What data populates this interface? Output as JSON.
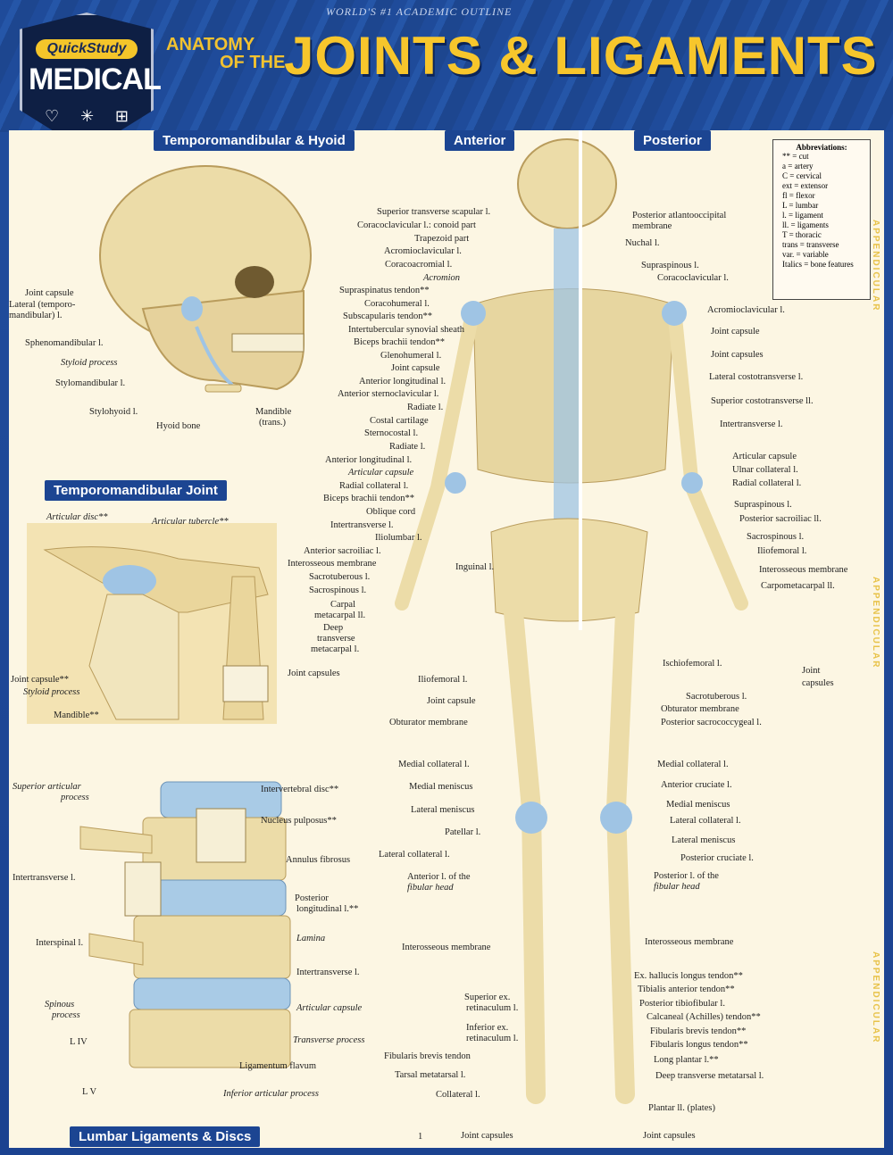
{
  "header": {
    "badge_top": "QuickStudy",
    "badge_main": "MEDICAL",
    "tagline": "WORLD'S #1 ACADEMIC OUTLINE",
    "pretitle_line1": "ANATOMY",
    "pretitle_line2": "OF THE",
    "title": "JOINTS & LIGAMENTS"
  },
  "sections": {
    "tmj_hyoid": "Temporomandibular & Hyoid",
    "anterior": "Anterior",
    "posterior": "Posterior",
    "tmj": "Temporomandibular Joint",
    "lumbar": "Lumbar Ligaments & Discs"
  },
  "abbreviations": {
    "heading": "Abbreviations:",
    "items": [
      "** = cut",
      "a = artery",
      "C = cervical",
      "ext = extensor",
      "fl = flexor",
      "L = lumbar",
      "l. = ligament",
      "ll. = ligaments",
      "T = thoracic",
      "trans = transverse",
      "var. = variable",
      "Italics = bone features"
    ]
  },
  "skull_labels": [
    "Joint capsule",
    "Lateral (temporo-",
    "mandibular) l.",
    "Sphenomandibular l.",
    "Styloid process",
    "Stylomandibular l.",
    "Stylohyoid l.",
    "Hyoid bone",
    "Mandible",
    "(trans.)"
  ],
  "tmj_labels": [
    "Articular disc**",
    "Articular tubercle**",
    "Joint capsule**",
    "Styloid process",
    "Mandible**"
  ],
  "lumbar_labels": [
    "Superior articular",
    "process",
    "Intertransverse l.",
    "Interspinal l.",
    "Spinous",
    "process",
    "L IV",
    "L V",
    "Intervertebral disc**",
    "Nucleus pulposus**",
    "Annulus fibrosus",
    "Posterior",
    "longitudinal l.**",
    "Lamina",
    "Intertransverse l.",
    "Articular capsule",
    "Transverse process",
    "Ligamentum flavum",
    "Inferior articular process"
  ],
  "anterior_labels": [
    "Superior transverse scapular l.",
    "Coracoclavicular l.: conoid part",
    "Trapezoid part",
    "Acromioclavicular l.",
    "Coracoacromial l.",
    "Acromion",
    "Supraspinatus tendon**",
    "Coracohumeral l.",
    "Subscapularis tendon**",
    "Intertubercular synovial sheath",
    "Biceps brachii tendon**",
    "Glenohumeral l.",
    "Joint capsule",
    "Anterior longitudinal l.",
    "Anterior sternoclavicular l.",
    "Radiate l.",
    "Costal cartilage",
    "Sternocostal l.",
    "Radiate l.",
    "Anterior longitudinal l.",
    "Articular capsule",
    "Radial collateral l.",
    "Biceps brachii tendon**",
    "Oblique cord",
    "Intertransverse l.",
    "Iliolumbar l.",
    "Anterior sacroiliac l.",
    "Interosseous membrane",
    "Sacrotuberous l.",
    "Sacrospinous l.",
    "Carpal",
    "metacarpal ll.",
    "Deep",
    "transverse",
    "metacarpal l.",
    "Joint capsules",
    "Inguinal l.",
    "Iliofemoral l.",
    "Joint capsule",
    "Obturator membrane",
    "Medial collateral l.",
    "Medial meniscus",
    "Lateral meniscus",
    "Patellar l.",
    "Lateral collateral l.",
    "Anterior l. of the",
    "fibular head",
    "Interosseous membrane",
    "Superior ex.",
    "retinaculum l.",
    "Inferior ex.",
    "retinaculum l.",
    "Fibularis brevis tendon",
    "Tarsal metatarsal l.",
    "Collateral l.",
    "Joint capsules"
  ],
  "posterior_labels": [
    "Posterior atlantooccipital",
    "membrane",
    "Nuchal l.",
    "Supraspinous l.",
    "Coracoclavicular l.",
    "Acromioclavicular l.",
    "Joint capsule",
    "Joint capsules",
    "Lateral costotransverse l.",
    "Superior costotransverse ll.",
    "Intertransverse l.",
    "Articular capsule",
    "Ulnar collateral l.",
    "Radial collateral l.",
    "Supraspinous l.",
    "Posterior sacroiliac ll.",
    "Sacrospinous l.",
    "Iliofemoral l.",
    "Interosseous membrane",
    "Carpometacarpal ll.",
    "Joint",
    "capsules",
    "Ischiofemoral l.",
    "Sacrotuberous l.",
    "Obturator membrane",
    "Posterior sacrococcygeal l.",
    "Medial collateral l.",
    "Anterior cruciate l.",
    "Medial meniscus",
    "Lateral collateral l.",
    "Lateral meniscus",
    "Posterior cruciate l.",
    "Posterior l. of the",
    "fibular head",
    "Interosseous membrane",
    "Ex. hallucis longus tendon**",
    "Tibialis anterior tendon**",
    "Posterior tibiofibular l.",
    "Calcaneal (Achilles) tendon**",
    "Fibularis brevis tendon**",
    "Fibularis longus tendon**",
    "Long plantar l.**",
    "Deep transverse metatarsal l.",
    "Plantar ll. (plates)",
    "Joint capsules"
  ],
  "side_tabs": [
    "APPENDICULAR",
    "APPENDICULAR",
    "APPENDICULAR"
  ],
  "page_number": "1",
  "colors": {
    "brand_blue": "#1c4592",
    "title_gold": "#f7c62c",
    "bone": "#ecdca8",
    "ligament": "#9fc4e4",
    "panel": "#fcf6e3"
  }
}
